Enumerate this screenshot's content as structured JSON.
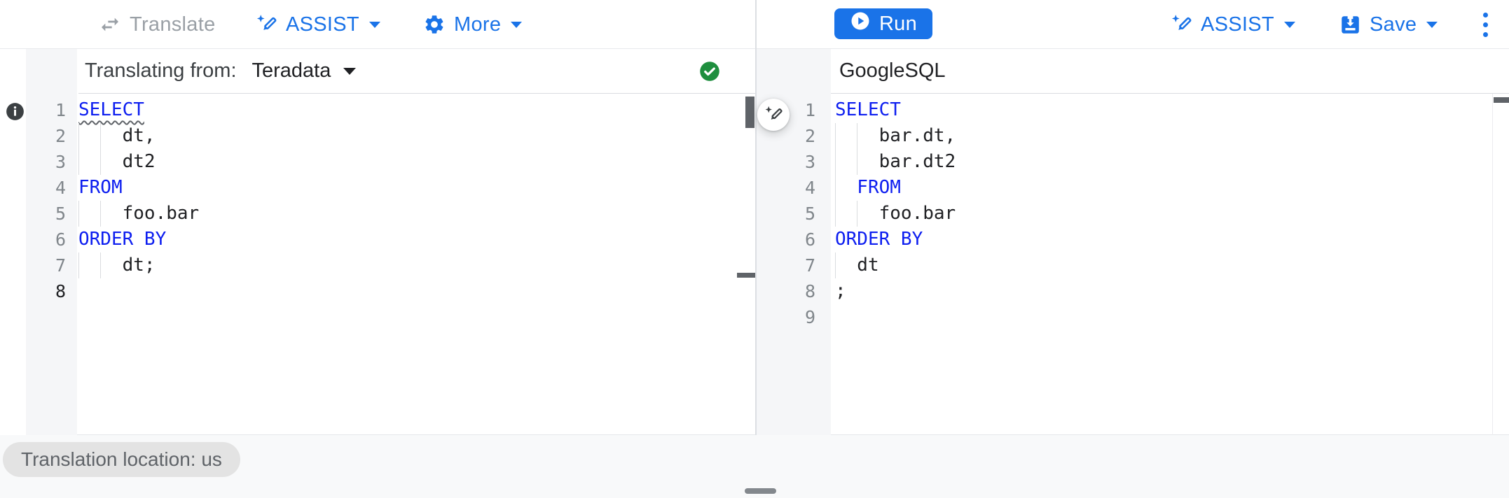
{
  "toolbar": {
    "translate_label": "Translate",
    "assist_label": "ASSIST",
    "more_label": "More",
    "run_label": "Run",
    "assist_right_label": "ASSIST",
    "save_label": "Save"
  },
  "left_editor": {
    "header_label": "Translating from:",
    "dialect_selected": "Teradata",
    "status_icon": "green-check-circle",
    "glyph_icon": "info",
    "lines": [
      {
        "num": "1",
        "text": "SELECT",
        "cls": "kw",
        "squiggle": true,
        "guides": []
      },
      {
        "num": "2",
        "text": "    dt,",
        "cls": "plain",
        "squiggle": false,
        "guides": [
          0,
          2
        ]
      },
      {
        "num": "3",
        "text": "    dt2",
        "cls": "plain",
        "squiggle": false,
        "guides": [
          0,
          2
        ]
      },
      {
        "num": "4",
        "text": "FROM",
        "cls": "kw",
        "squiggle": false,
        "guides": []
      },
      {
        "num": "5",
        "text": "    foo.bar",
        "cls": "plain",
        "squiggle": false,
        "guides": [
          0,
          2
        ]
      },
      {
        "num": "6",
        "text": "ORDER BY",
        "cls": "kw",
        "squiggle": false,
        "guides": []
      },
      {
        "num": "7",
        "text": "    dt;",
        "cls": "plain",
        "squiggle": false,
        "guides": [
          0,
          2
        ]
      },
      {
        "num": "8",
        "text": "",
        "cls": "plain",
        "squiggle": false,
        "guides": [],
        "active": true
      }
    ]
  },
  "right_editor": {
    "header_label": "GoogleSQL",
    "lines": [
      {
        "num": "1",
        "text": "SELECT",
        "cls": "kw",
        "guides": []
      },
      {
        "num": "2",
        "text": "    bar.dt,",
        "cls": "plain",
        "guides": [
          0,
          2
        ]
      },
      {
        "num": "3",
        "text": "    bar.dt2",
        "cls": "plain",
        "guides": [
          0,
          2
        ]
      },
      {
        "num": "4",
        "text": "  FROM",
        "cls": "kw",
        "guides": [
          0
        ]
      },
      {
        "num": "5",
        "text": "    foo.bar",
        "cls": "plain",
        "guides": [
          0,
          2
        ]
      },
      {
        "num": "6",
        "text": "ORDER BY",
        "cls": "kw",
        "guides": []
      },
      {
        "num": "7",
        "text": "  dt",
        "cls": "plain",
        "guides": [
          0
        ]
      },
      {
        "num": "8",
        "text": ";",
        "cls": "plain",
        "guides": []
      },
      {
        "num": "9",
        "text": "",
        "cls": "plain",
        "guides": []
      }
    ]
  },
  "footer": {
    "location_chip": "Translation location: us"
  },
  "icons": {
    "translate": "swap-arrows-icon",
    "assist": "pen-spark-icon",
    "more": "gear-icon",
    "run": "play-circle-icon",
    "save": "save-box-icon",
    "overflow": "kebab-menu-icon",
    "left_glyph": "info-icon",
    "left_status": "check-circle-icon",
    "between_panes": "pen-spark-fab-icon"
  },
  "colors": {
    "accent_blue": "#1a73e8",
    "keyword_blue": "#0d1ef0",
    "success_green": "#1e8e3e",
    "disabled_gray": "#9aa0a6",
    "text_dark": "#202124",
    "gutter_bg": "#f5f6f8",
    "page_bg": "#f8f9fa"
  }
}
